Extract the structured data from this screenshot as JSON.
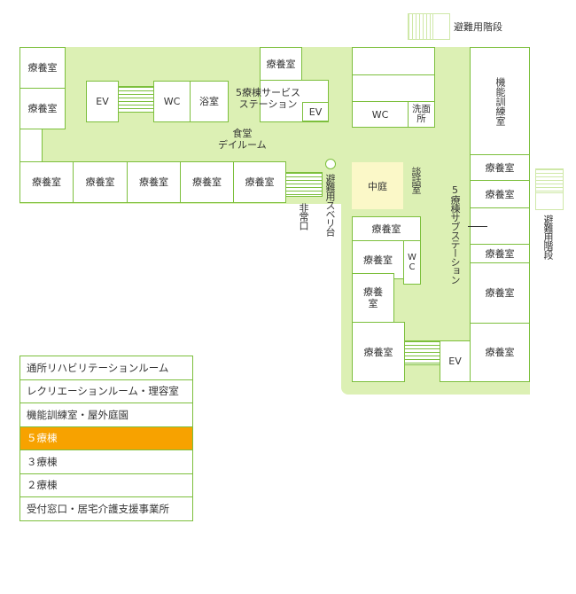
{
  "rooms": {
    "care_room": "療養室",
    "care_room_split_top": "療養",
    "care_room_split_bottom": "室",
    "ev": "EV",
    "wc": "WC",
    "bath": "浴室",
    "wash_top": "洗面",
    "wash_bottom": "所",
    "functional_training": "機能訓練室",
    "courtyard": "中庭",
    "lounge": "談話室",
    "dining": "食堂\nデイルーム",
    "service_station": "5療棟サービス\nステーション",
    "sub_station": "5療棟サブステーション",
    "emergency_chute": "避難用スベリ台",
    "emergency_exit": "非常口",
    "emergency_stairs": "避難用階段",
    "wc_vertical": "WC"
  },
  "legend": {
    "items": [
      {
        "label": "通所リハビリテーションルーム",
        "active": false
      },
      {
        "label": "レクリエーションルーム・理容室",
        "active": false
      },
      {
        "label": "機能訓練室・屋外庭園",
        "active": false
      },
      {
        "label": "５療棟",
        "active": true
      },
      {
        "label": "３療棟",
        "active": false
      },
      {
        "label": "２療棟",
        "active": false
      },
      {
        "label": "受付窓口・居宅介護支援事業所",
        "active": false
      }
    ]
  },
  "colors": {
    "floor": "#dcf0b4",
    "wall": "#7cbf3c",
    "courtyard": "#fbf8c8",
    "active": "#f7a200"
  }
}
